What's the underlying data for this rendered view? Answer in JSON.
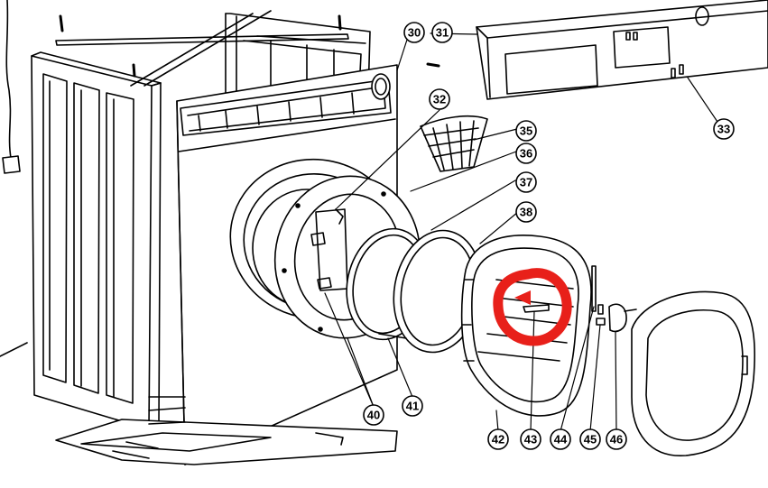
{
  "callouts": [
    {
      "id": "c30",
      "label": "30"
    },
    {
      "id": "c31",
      "label": "31"
    },
    {
      "id": "c32",
      "label": "32"
    },
    {
      "id": "c33",
      "label": "33"
    },
    {
      "id": "c35",
      "label": "35"
    },
    {
      "id": "c36",
      "label": "36"
    },
    {
      "id": "c37",
      "label": "37"
    },
    {
      "id": "c38",
      "label": "38"
    },
    {
      "id": "c40",
      "label": "40"
    },
    {
      "id": "c41",
      "label": "41"
    },
    {
      "id": "c42",
      "label": "42"
    },
    {
      "id": "c43",
      "label": "43"
    },
    {
      "id": "c44",
      "label": "44"
    },
    {
      "id": "c45",
      "label": "45"
    },
    {
      "id": "c46",
      "label": "46"
    }
  ],
  "colors": {
    "line": "#000000",
    "highlight": "#e8201a",
    "background": "#ffffff"
  }
}
